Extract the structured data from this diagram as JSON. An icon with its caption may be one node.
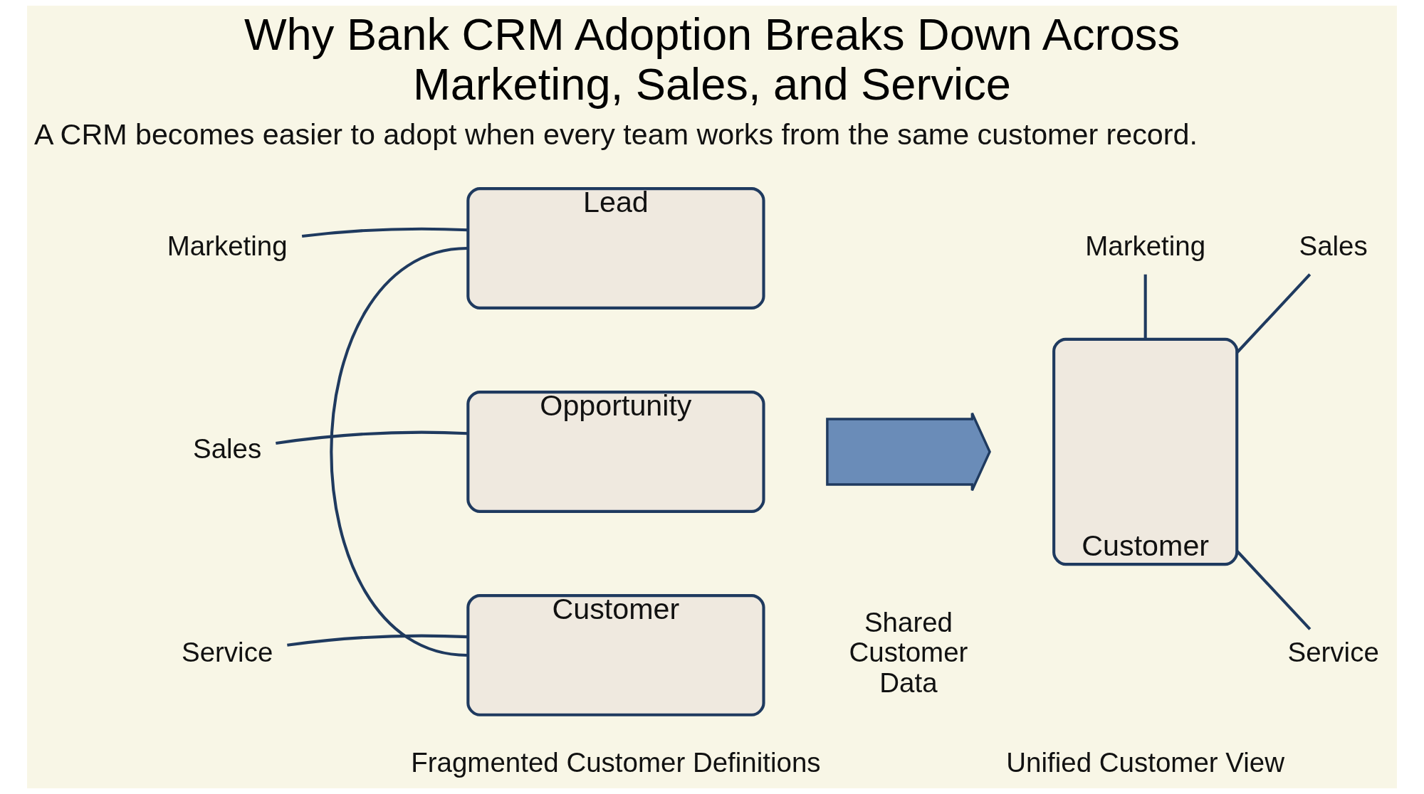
{
  "diagram": {
    "title": "Why Bank CRM Adoption Breaks Down Across Marketing, Sales, and Service",
    "nodes": [
      {
        "text": [
          "Marketing"
        ]
      },
      {
        "text": [
          "Sales"
        ]
      },
      {
        "text": [
          "Service"
        ]
      },
      {
        "text": [
          "Lead"
        ]
      },
      {
        "text": [
          "Opportunity"
        ]
      },
      {
        "text": [
          "Customer"
        ]
      },
      {
        "text": [],
        "shape": "arrow"
      },
      {
        "text": [
          "Marketing"
        ]
      },
      {
        "text": [
          "Customer"
        ]
      },
      {
        "text": [
          "Sales"
        ]
      },
      {
        "text": [
          "Service"
        ]
      }
    ],
    "edges": [
      {
        "from": 0,
        "to": 3,
        "arrow": "none"
      },
      {
        "from": 1,
        "to": 4,
        "arrow": "none"
      },
      {
        "from": 2,
        "to": 5,
        "arrow": "none"
      },
      {
        "from": 3,
        "to": 5,
        "arrow": "none"
      },
      {
        "from": 7,
        "to": 8,
        "arrow": "none"
      },
      {
        "from": 8,
        "to": 9,
        "arrow": "none"
      },
      {
        "from": 8,
        "to": 10,
        "arrow": "none"
      }
    ],
    "labels": [
      "A CRM becomes easier to adopt when every team works from the same customer record.",
      "Shared Customer Data",
      "Fragmented Customer Definitions",
      "Unified Customer View"
    ]
  }
}
